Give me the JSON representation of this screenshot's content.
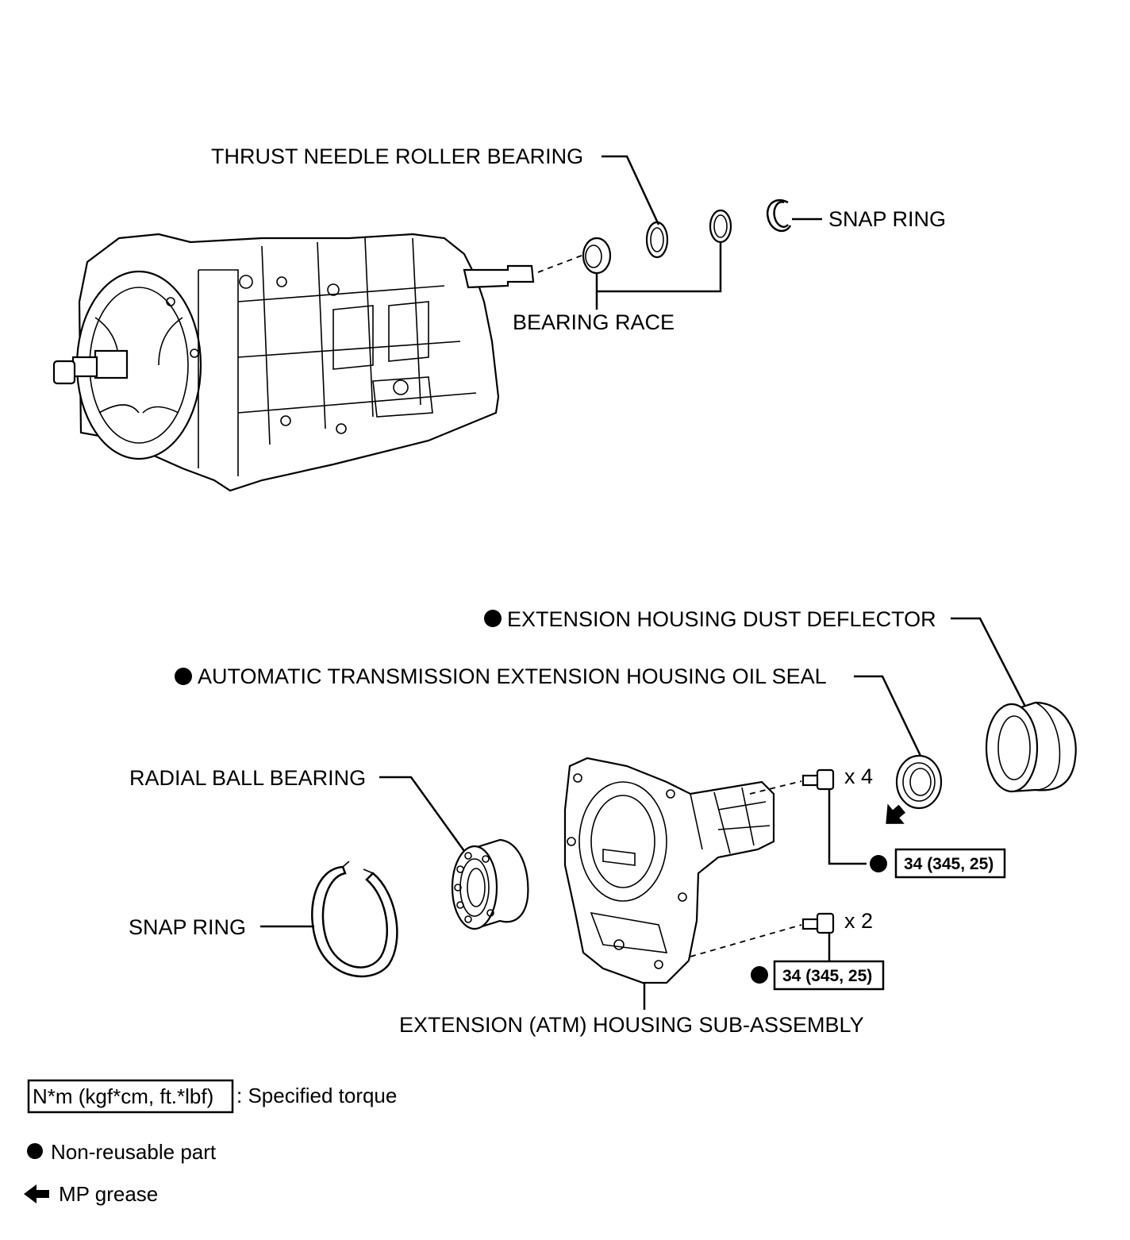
{
  "labels": {
    "thrust_needle_roller_bearing": "THRUST NEEDLE ROLLER BEARING",
    "snap_ring_top": "SNAP RING",
    "bearing_race": "BEARING RACE",
    "dust_deflector": "EXTENSION HOUSING DUST DEFLECTOR",
    "oil_seal": "AUTOMATIC TRANSMISSION EXTENSION HOUSING OIL SEAL",
    "radial_ball_bearing": "RADIAL BALL BEARING",
    "snap_ring_bottom": "SNAP RING",
    "extension_housing": "EXTENSION (ATM) HOUSING SUB-ASSEMBLY"
  },
  "bolts": {
    "upper_qty": "x 4",
    "lower_qty": "x 2"
  },
  "torque": {
    "upper": "34 (345, 25)",
    "lower": "34 (345, 25)"
  },
  "legend": {
    "torque_box": "N*m (kgf*cm, ft.*lbf)",
    "torque_desc": ": Specified torque",
    "non_reusable": "Non-reusable part",
    "grease": "MP grease"
  }
}
